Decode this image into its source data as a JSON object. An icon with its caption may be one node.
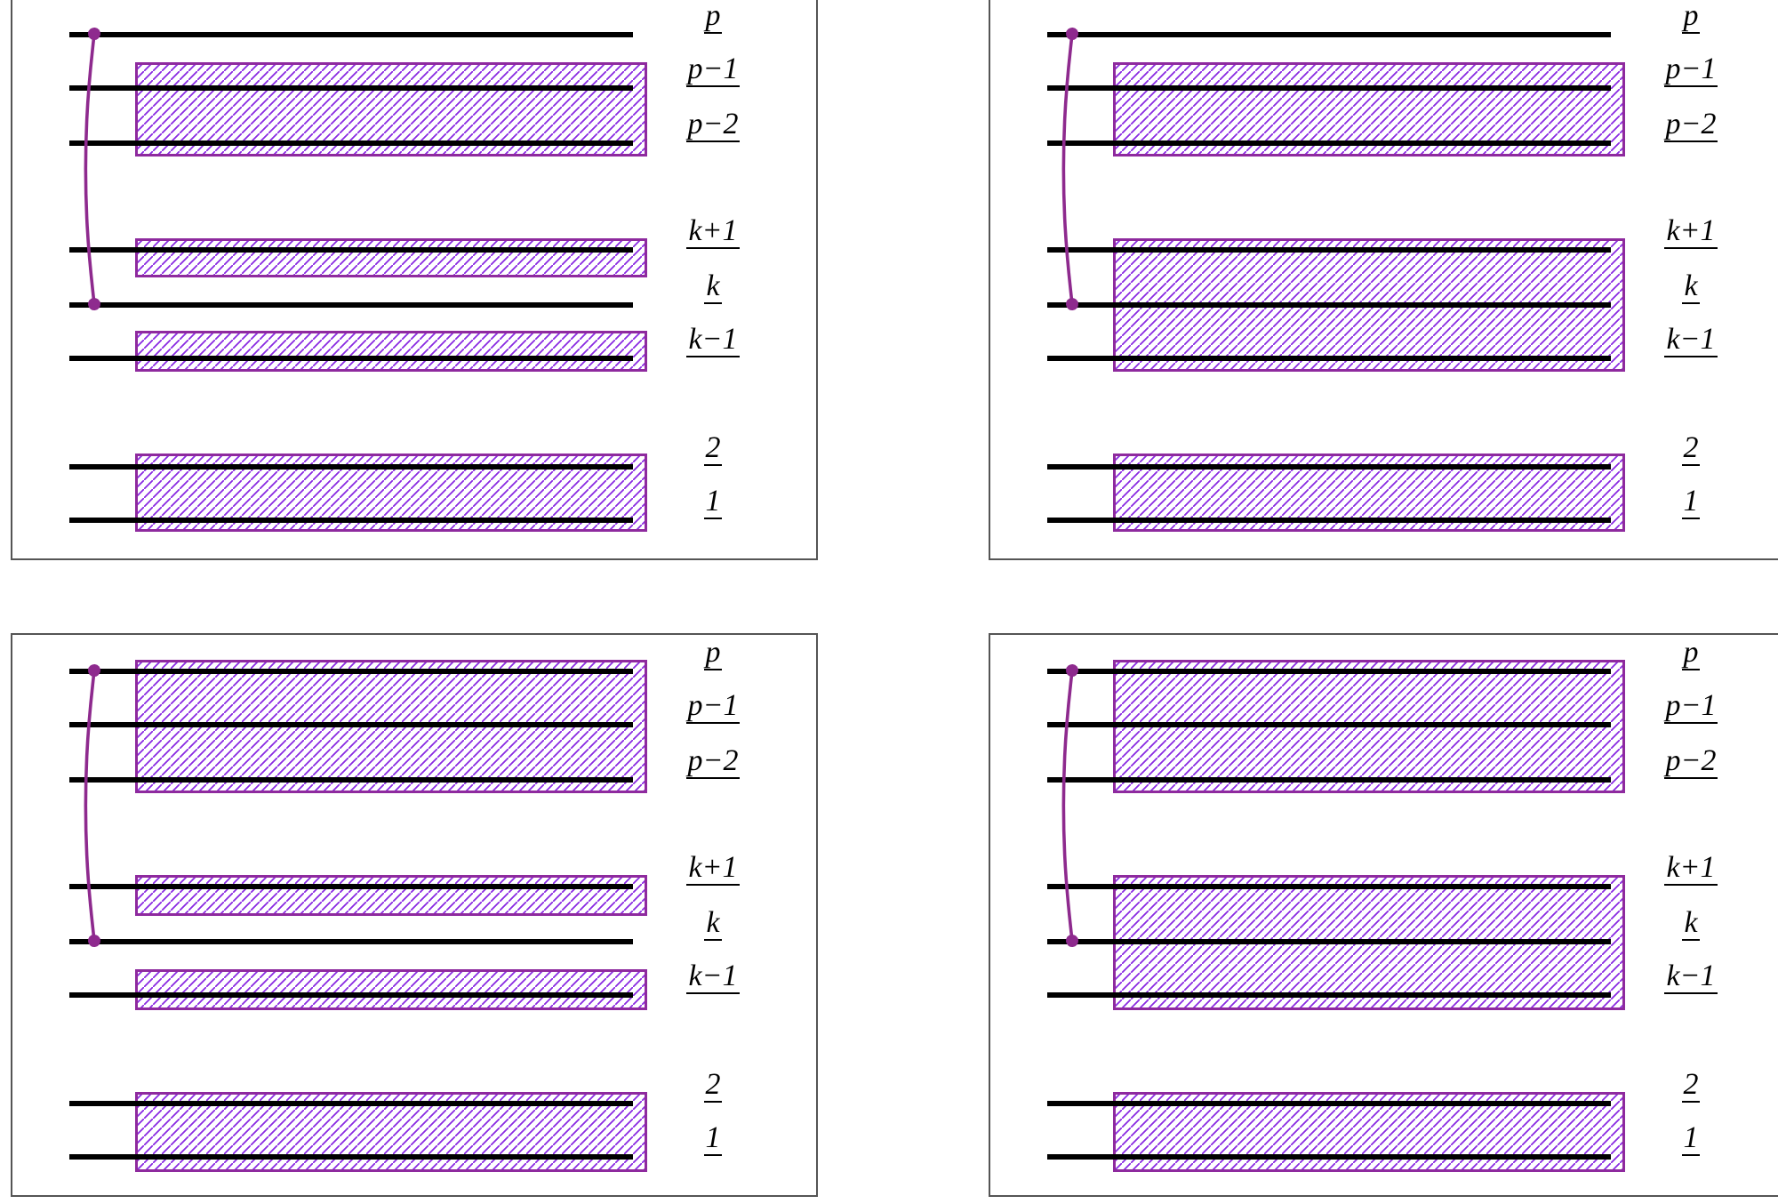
{
  "diagram": {
    "nodes": [
      {
        "text": [],
        "shape": "box"
      },
      {
        "text": [],
        "shape": "bar",
        "in": 0,
        "beside": [
          "p"
        ]
      },
      {
        "text": [],
        "shape": "bar",
        "in": 0,
        "beside": [
          "p−1"
        ]
      },
      {
        "text": [],
        "shape": "bar",
        "in": 0,
        "beside": [
          "p−2"
        ]
      },
      {
        "text": [],
        "shape": "bar",
        "in": 0,
        "beside": [
          "k+1"
        ]
      },
      {
        "text": [],
        "shape": "bar",
        "in": 0,
        "beside": [
          "k"
        ]
      },
      {
        "text": [],
        "shape": "bar",
        "in": 0,
        "beside": [
          "k−1"
        ]
      },
      {
        "text": [],
        "shape": "bar",
        "in": 0,
        "beside": [
          "2"
        ]
      },
      {
        "text": [],
        "shape": "bar",
        "in": 0,
        "beside": [
          "1"
        ]
      },
      {
        "text": [],
        "shape": "box",
        "in": 0
      },
      {
        "text": [],
        "shape": "box",
        "in": 0
      },
      {
        "text": [],
        "shape": "box",
        "in": 0
      },
      {
        "text": [],
        "shape": "box",
        "in": 0
      },
      {
        "text": [],
        "shape": "box"
      },
      {
        "text": [],
        "shape": "bar",
        "in": 13,
        "beside": [
          "p"
        ]
      },
      {
        "text": [],
        "shape": "bar",
        "in": 13,
        "beside": [
          "p−1"
        ]
      },
      {
        "text": [],
        "shape": "bar",
        "in": 13,
        "beside": [
          "p−2"
        ]
      },
      {
        "text": [],
        "shape": "bar",
        "in": 13,
        "beside": [
          "k+1"
        ]
      },
      {
        "text": [],
        "shape": "bar",
        "in": 13,
        "beside": [
          "k"
        ]
      },
      {
        "text": [],
        "shape": "bar",
        "in": 13,
        "beside": [
          "k−1"
        ]
      },
      {
        "text": [],
        "shape": "bar",
        "in": 13,
        "beside": [
          "2"
        ]
      },
      {
        "text": [],
        "shape": "bar",
        "in": 13,
        "beside": [
          "1"
        ]
      },
      {
        "text": [],
        "shape": "box",
        "in": 13
      },
      {
        "text": [],
        "shape": "box",
        "in": 13
      },
      {
        "text": [],
        "shape": "box",
        "in": 13
      },
      {
        "text": [],
        "shape": "box"
      },
      {
        "text": [],
        "shape": "bar",
        "in": 25,
        "beside": [
          "p"
        ]
      },
      {
        "text": [],
        "shape": "bar",
        "in": 25,
        "beside": [
          "p−1"
        ]
      },
      {
        "text": [],
        "shape": "bar",
        "in": 25,
        "beside": [
          "p−2"
        ]
      },
      {
        "text": [],
        "shape": "bar",
        "in": 25,
        "beside": [
          "k+1"
        ]
      },
      {
        "text": [],
        "shape": "bar",
        "in": 25,
        "beside": [
          "k"
        ]
      },
      {
        "text": [],
        "shape": "bar",
        "in": 25,
        "beside": [
          "k−1"
        ]
      },
      {
        "text": [],
        "shape": "bar",
        "in": 25,
        "beside": [
          "2"
        ]
      },
      {
        "text": [],
        "shape": "bar",
        "in": 25,
        "beside": [
          "1"
        ]
      },
      {
        "text": [],
        "shape": "box",
        "in": 25
      },
      {
        "text": [],
        "shape": "box",
        "in": 25
      },
      {
        "text": [],
        "shape": "box",
        "in": 25
      },
      {
        "text": [],
        "shape": "box",
        "in": 25
      },
      {
        "text": [],
        "shape": "box"
      },
      {
        "text": [],
        "shape": "bar",
        "in": 38,
        "beside": [
          "p"
        ]
      },
      {
        "text": [],
        "shape": "bar",
        "in": 38,
        "beside": [
          "p−1"
        ]
      },
      {
        "text": [],
        "shape": "bar",
        "in": 38,
        "beside": [
          "p−2"
        ]
      },
      {
        "text": [],
        "shape": "bar",
        "in": 38,
        "beside": [
          "k+1"
        ]
      },
      {
        "text": [],
        "shape": "bar",
        "in": 38,
        "beside": [
          "k"
        ]
      },
      {
        "text": [],
        "shape": "bar",
        "in": 38,
        "beside": [
          "k−1"
        ]
      },
      {
        "text": [],
        "shape": "bar",
        "in": 38,
        "beside": [
          "2"
        ]
      },
      {
        "text": [],
        "shape": "bar",
        "in": 38,
        "beside": [
          "1"
        ]
      },
      {
        "text": [],
        "shape": "box",
        "in": 38
      },
      {
        "text": [],
        "shape": "box",
        "in": 38
      },
      {
        "text": [],
        "shape": "box",
        "in": 38
      }
    ],
    "edges": [
      {
        "from": 1,
        "to": 5,
        "arrow": "other"
      },
      {
        "from": 14,
        "to": 18,
        "arrow": "other"
      },
      {
        "from": 26,
        "to": 30,
        "arrow": "other"
      },
      {
        "from": 39,
        "to": 43,
        "arrow": "other"
      }
    ]
  }
}
